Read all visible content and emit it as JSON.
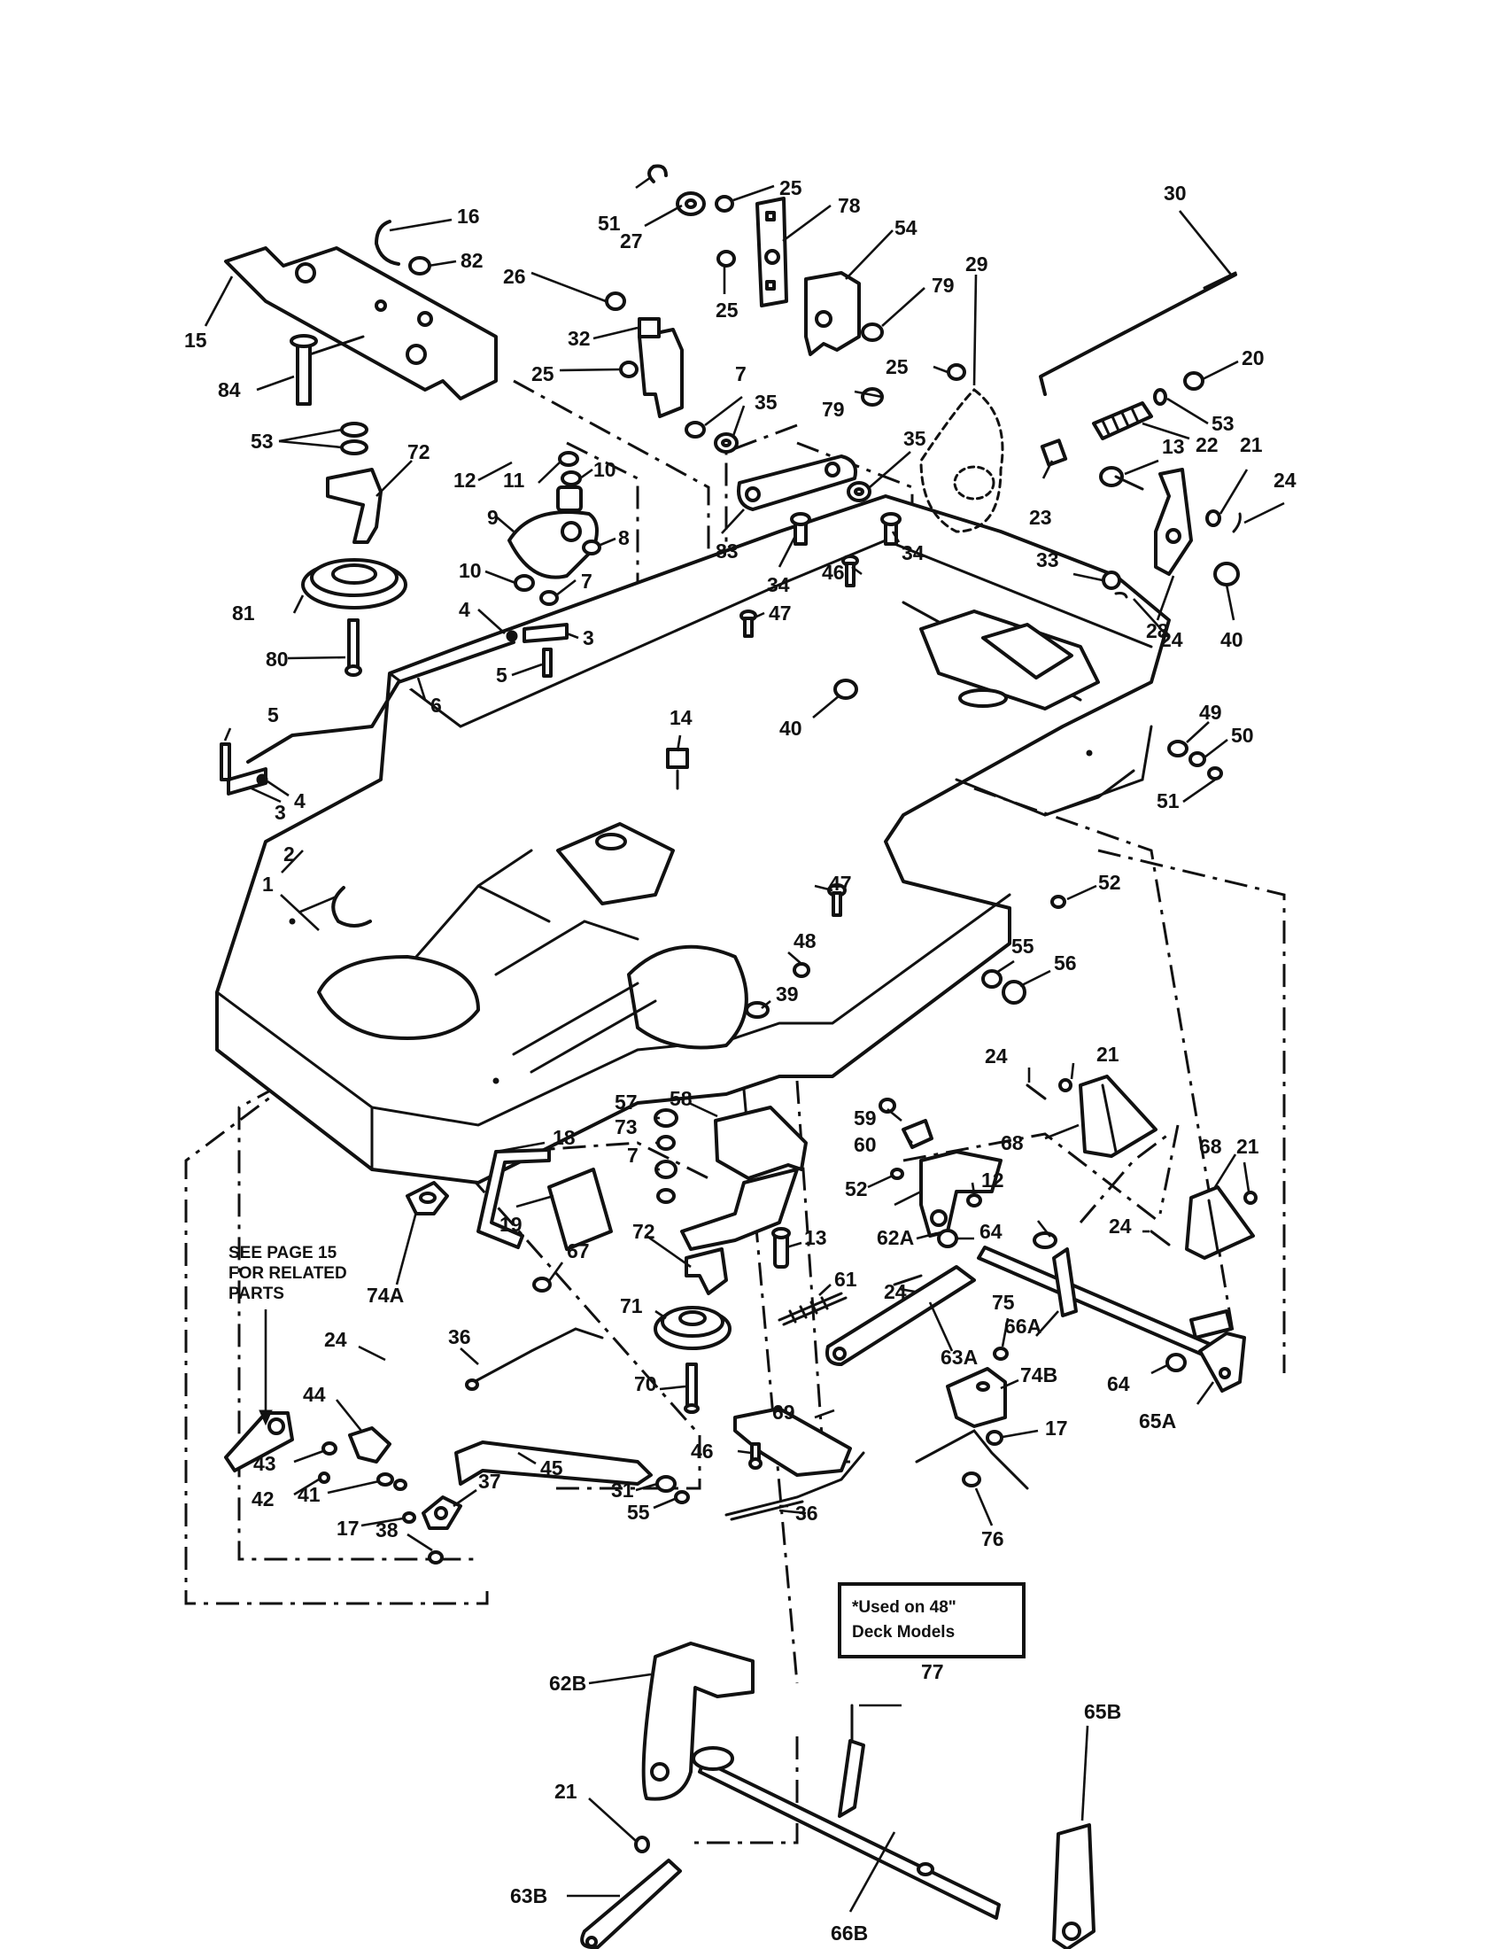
{
  "note_see_page": [
    "SEE PAGE 15",
    "FOR RELATED",
    "PARTS"
  ],
  "note_deck": [
    "*Used on 48\"",
    "Deck Models"
  ],
  "callouts": {
    "c1": "1",
    "c2": "2",
    "c3a": "3",
    "c3b": "3",
    "c4a": "4",
    "c4b": "4",
    "c5a": "5",
    "c5b": "5",
    "c6": "6",
    "c7a": "7",
    "c7b": "7",
    "c7c": "7",
    "c8": "8",
    "c9": "9",
    "c10a": "10",
    "c10b": "10",
    "c11": "11",
    "c12a": "12",
    "c12b": "12",
    "c13a": "13",
    "c13b": "13",
    "c14": "14",
    "c15": "15",
    "c16": "16",
    "c17a": "17",
    "c17b": "17",
    "c18": "18",
    "c19": "19",
    "c20": "20",
    "c21a": "21",
    "c21b": "21",
    "c21c": "21",
    "c21d": "21",
    "c22": "22",
    "c23": "23",
    "c24a": "24",
    "c24b": "24",
    "c24c": "24",
    "c24d": "24",
    "c24e": "24",
    "c24f": "24",
    "c25a": "25",
    "c25b": "25",
    "c25c": "25",
    "c25d": "25",
    "c26": "26",
    "c27": "27",
    "c28": "28",
    "c29": "29",
    "c30": "30",
    "c31": "31",
    "c32": "32",
    "c33": "33",
    "c34a": "34",
    "c34b": "34",
    "c35a": "35",
    "c35b": "35",
    "c36a": "36",
    "c36b": "36",
    "c37": "37",
    "c38": "38",
    "c39": "39",
    "c40a": "40",
    "c40b": "40",
    "c41": "41",
    "c42": "42",
    "c43": "43",
    "c44": "44",
    "c45": "45",
    "c46a": "46",
    "c46b": "46",
    "c47a": "47",
    "c47b": "47",
    "c48": "48",
    "c49": "49",
    "c50": "50",
    "c51a": "51",
    "c51b": "51",
    "c52a": "52",
    "c52b": "52",
    "c53a": "53",
    "c53b": "53",
    "c54": "54",
    "c55a": "55",
    "c55b": "55",
    "c56": "56",
    "c57": "57",
    "c58": "58",
    "c59": "59",
    "c60": "60",
    "c61": "61",
    "c62A": "62A",
    "c62B": "62B",
    "c63A": "63A",
    "c63B": "63B",
    "c64a": "64",
    "c64b": "64",
    "c65A": "65A",
    "c65B": "65B",
    "c66A": "66A",
    "c66B": "66B",
    "c67": "67",
    "c68a": "68",
    "c68b": "68",
    "c69": "69",
    "c70": "70",
    "c71": "71",
    "c72a": "72",
    "c72b": "72",
    "c73": "73",
    "c74A": "74A",
    "c74B": "74B",
    "c75": "75",
    "c76": "76",
    "c77": "77",
    "c78": "78",
    "c79a": "79",
    "c79b": "79",
    "c80": "80",
    "c81": "81",
    "c82": "82",
    "c83": "83",
    "c84": "84"
  }
}
